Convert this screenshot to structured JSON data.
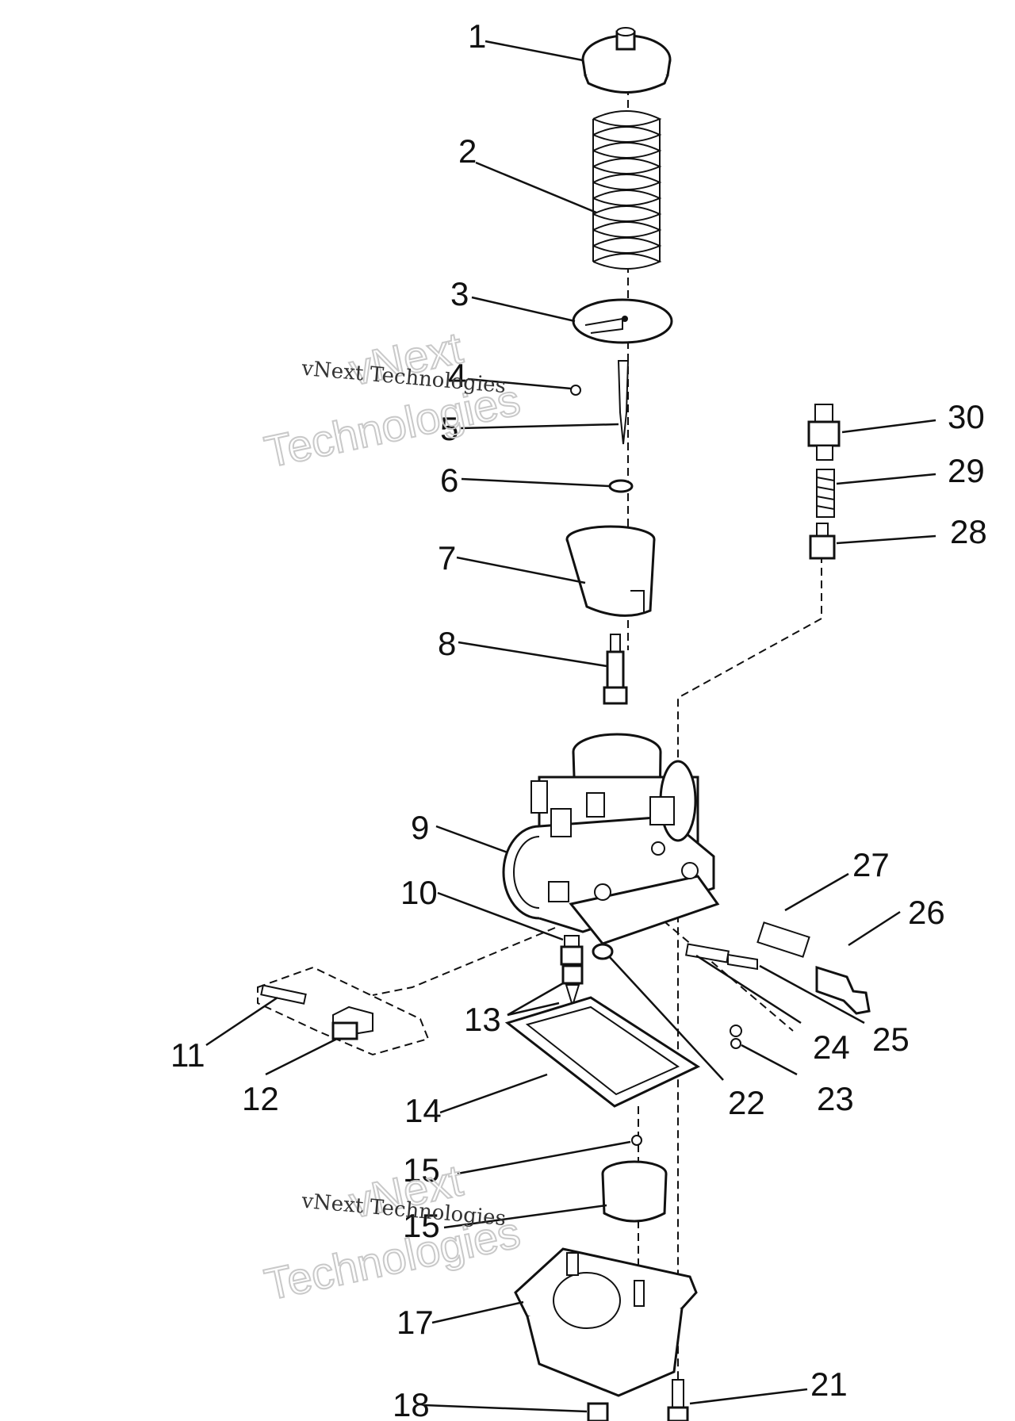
{
  "watermark": {
    "line1": "vNext",
    "line2": "Technologies",
    "small": "vNext Technologies"
  },
  "callouts": [
    {
      "id": "1"
    },
    {
      "id": "2"
    },
    {
      "id": "3"
    },
    {
      "id": "4"
    },
    {
      "id": "5"
    },
    {
      "id": "6"
    },
    {
      "id": "7"
    },
    {
      "id": "8"
    },
    {
      "id": "9"
    },
    {
      "id": "10"
    },
    {
      "id": "11"
    },
    {
      "id": "12"
    },
    {
      "id": "13"
    },
    {
      "id": "14"
    },
    {
      "id": "15"
    },
    {
      "id": "15"
    },
    {
      "id": "17"
    },
    {
      "id": "18"
    },
    {
      "id": "21"
    },
    {
      "id": "22"
    },
    {
      "id": "23"
    },
    {
      "id": "24"
    },
    {
      "id": "25"
    },
    {
      "id": "26"
    },
    {
      "id": "27"
    },
    {
      "id": "28"
    },
    {
      "id": "29"
    },
    {
      "id": "30"
    }
  ]
}
